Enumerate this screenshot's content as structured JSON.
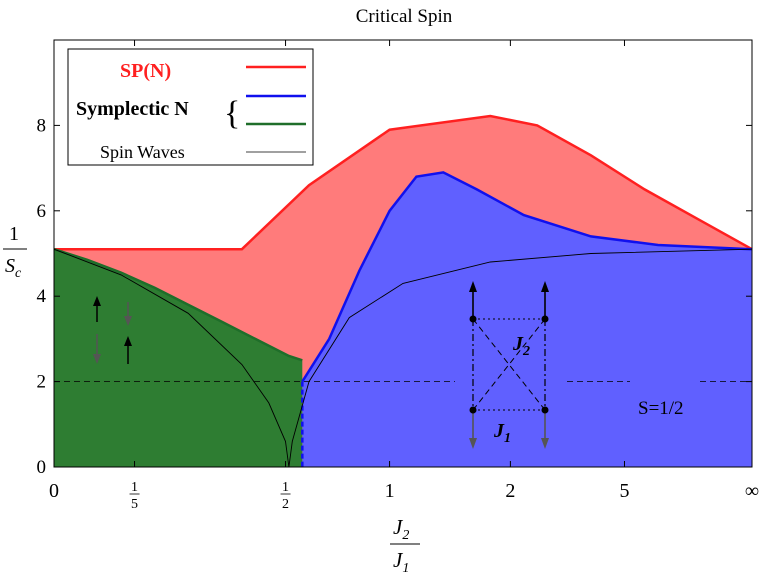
{
  "chart_data": {
    "type": "area",
    "title": "Critical Spin",
    "ylabel_num": "1",
    "ylabel_den": "S",
    "ylabel_den_sub": "c",
    "xlabel_num": "J",
    "xlabel_num_sub": "2",
    "xlabel_den": "J",
    "xlabel_den_sub": "1",
    "x_scale": "nonlinear mapping of J2/J1 from 0 to infinity",
    "ylim": [
      0,
      10
    ],
    "yticks": [
      "0",
      "2",
      "4",
      "6",
      "8"
    ],
    "xticks": [
      {
        "text": "0"
      },
      {
        "frac_num": "1",
        "frac_den": "5"
      },
      {
        "frac_num": "1",
        "frac_den": "2"
      },
      {
        "text": "1"
      },
      {
        "text": "2"
      },
      {
        "text": "5"
      },
      {
        "text": "∞"
      }
    ],
    "legend": {
      "placement": "top-left",
      "entries": [
        {
          "label": "SP(N)",
          "color": "#ff2020"
        },
        {
          "label": "Symplectic N",
          "color": "#1010ee",
          "color2": "#1f6e2a"
        },
        {
          "label": "Spin Waves",
          "color": "#000000"
        }
      ]
    },
    "reference_line": {
      "y": 2,
      "label": "S=1/2",
      "style": "dashed"
    },
    "annotations": {
      "J2": "J",
      "J2_sub": "2",
      "J1": "J",
      "J1_sub": "1"
    },
    "series": [
      {
        "name": "SP(N)",
        "color": "#ff2020",
        "fill": "#ff7b7b",
        "x": [
          0,
          0.5,
          1.0,
          1.7,
          2.8,
          3.8,
          5.0,
          6.5
        ],
        "y": [
          5.1,
          5.1,
          5.1,
          5.1,
          5.1,
          6.6,
          7.9,
          8.22
        ]
      },
      {
        "name": "SP(N) right branch",
        "color": "#ff2020",
        "x": [
          6.5,
          7.2,
          8.0,
          8.8,
          9.6,
          10.4
        ],
        "y": [
          8.22,
          8.0,
          7.3,
          6.5,
          5.8,
          5.1
        ]
      },
      {
        "name": "Symplectic N (blue)",
        "color": "#1010ee",
        "fill": "#6060ff",
        "x": [
          3.7,
          4.1,
          4.55,
          5.0,
          5.4,
          5.8,
          6.3,
          7.0,
          8.0,
          9.0,
          10.4
        ],
        "y": [
          2.0,
          3.0,
          4.6,
          6.0,
          6.8,
          6.9,
          6.5,
          5.9,
          5.4,
          5.2,
          5.1
        ]
      },
      {
        "name": "Symplectic N (green)",
        "color": "#1f6e2a",
        "fill": "#2e7d32",
        "x": [
          0,
          0.5,
          1.0,
          1.5,
          2.0,
          2.5,
          3.0,
          3.5,
          3.7
        ],
        "y": [
          5.1,
          4.85,
          4.55,
          4.2,
          3.8,
          3.4,
          3.0,
          2.6,
          2.5
        ]
      },
      {
        "name": "Spin Waves",
        "color": "#000000",
        "x": [
          0,
          1.0,
          2.0,
          2.8,
          3.2,
          3.45,
          3.5,
          3.55,
          3.8,
          4.4,
          5.2,
          6.5,
          8.0,
          10.4
        ],
        "y": [
          5.1,
          4.5,
          3.6,
          2.4,
          1.5,
          0.6,
          0.0,
          0.6,
          2.0,
          3.5,
          4.3,
          4.8,
          5.0,
          5.1
        ]
      }
    ]
  }
}
